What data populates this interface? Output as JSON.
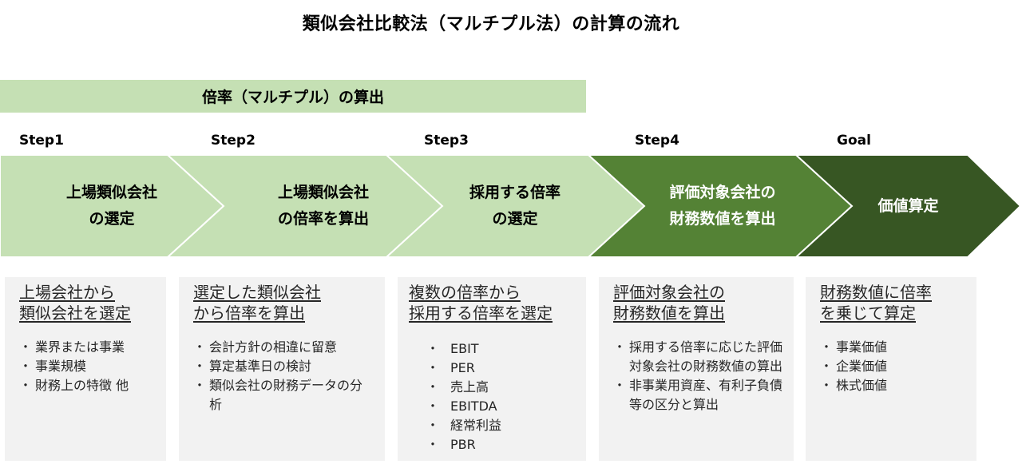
{
  "title": "類似会社比較法（マルチプル法）の計算の流れ",
  "banner": "倍率（マルチプル）の算出",
  "steps": [
    {
      "label": "Step1",
      "chevron": [
        "上場類似会社",
        "の選定"
      ],
      "color": "#c5e0b4",
      "heading": [
        "上場会社から",
        "類似会社を選定"
      ],
      "items": [
        "業界または事業",
        "事業規模",
        "財務上の特徴 他"
      ]
    },
    {
      "label": "Step2",
      "chevron": [
        "上場類似会社",
        "の倍率を算出"
      ],
      "color": "#c5e0b4",
      "heading": [
        "選定した類似会社",
        "から倍率を算出"
      ],
      "items": [
        "会計方針の相違に留意",
        "算定基準日の検討",
        "類似会社の財務データの分析"
      ]
    },
    {
      "label": "Step3",
      "chevron": [
        "採用する倍率",
        "の選定"
      ],
      "color": "#c5e0b4",
      "heading": [
        "複数の倍率から",
        "採用する倍率を選定"
      ],
      "items": [
        "EBIT",
        "PER",
        "売上高",
        "EBITDA",
        "経常利益",
        "PBR"
      ]
    },
    {
      "label": "Step4",
      "chevron": [
        "評価対象会社の",
        "財務数値を算出"
      ],
      "color": "#548235",
      "heading": [
        "評価対象会社の",
        "財務数値を算出"
      ],
      "items": [
        "採用する倍率に応じた評価対象会社の財務数値の算出",
        "非事業用資産、有利子負債等の区分と算出"
      ]
    },
    {
      "label": "Goal",
      "chevron": [
        "価値算定"
      ],
      "color": "#375623",
      "heading": [
        "財務数値に倍率",
        "を乗じて算定"
      ],
      "items": [
        "事業価値",
        "企業価値",
        "株式価値"
      ]
    }
  ]
}
